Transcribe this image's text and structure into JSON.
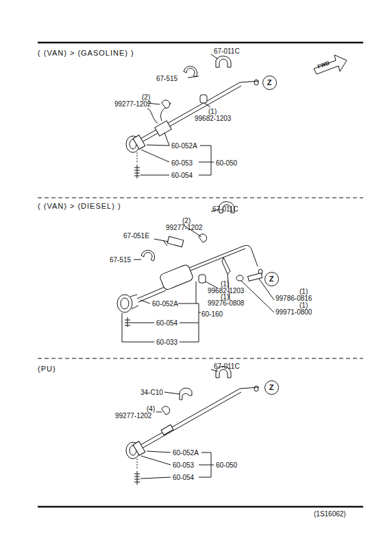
{
  "diagram": {
    "nodes": [
      {
        "text": [
          "Z"
        ]
      },
      {
        "text": [
          "Z"
        ]
      },
      {
        "text": [
          "Z"
        ]
      }
    ],
    "edges": [],
    "labels": [
      "( (VAN) > (GASOLINE) )",
      "67-011C",
      "FWD",
      "67-515",
      "(2)",
      "99277-1202",
      "(1)",
      "99682-1203",
      "60-052A",
      "60-053",
      "60-050",
      "60-054",
      "( (VAN) > (DIESEL) )",
      "(2)",
      "99277-1202",
      "67-011C",
      "67-051E",
      "67-515",
      "(1)",
      "99682-1203",
      "(1)",
      "99276-0808",
      "(1)",
      "99786-0816",
      "(1)",
      "99971-0800",
      "60-052A",
      "60-054",
      "60-160",
      "60-033",
      "(PU)",
      "67-011C",
      "34-C10",
      "(4)",
      "99277-1202",
      "60-052A",
      "60-053",
      "60-050",
      "60-054",
      "(1S16062)"
    ]
  }
}
